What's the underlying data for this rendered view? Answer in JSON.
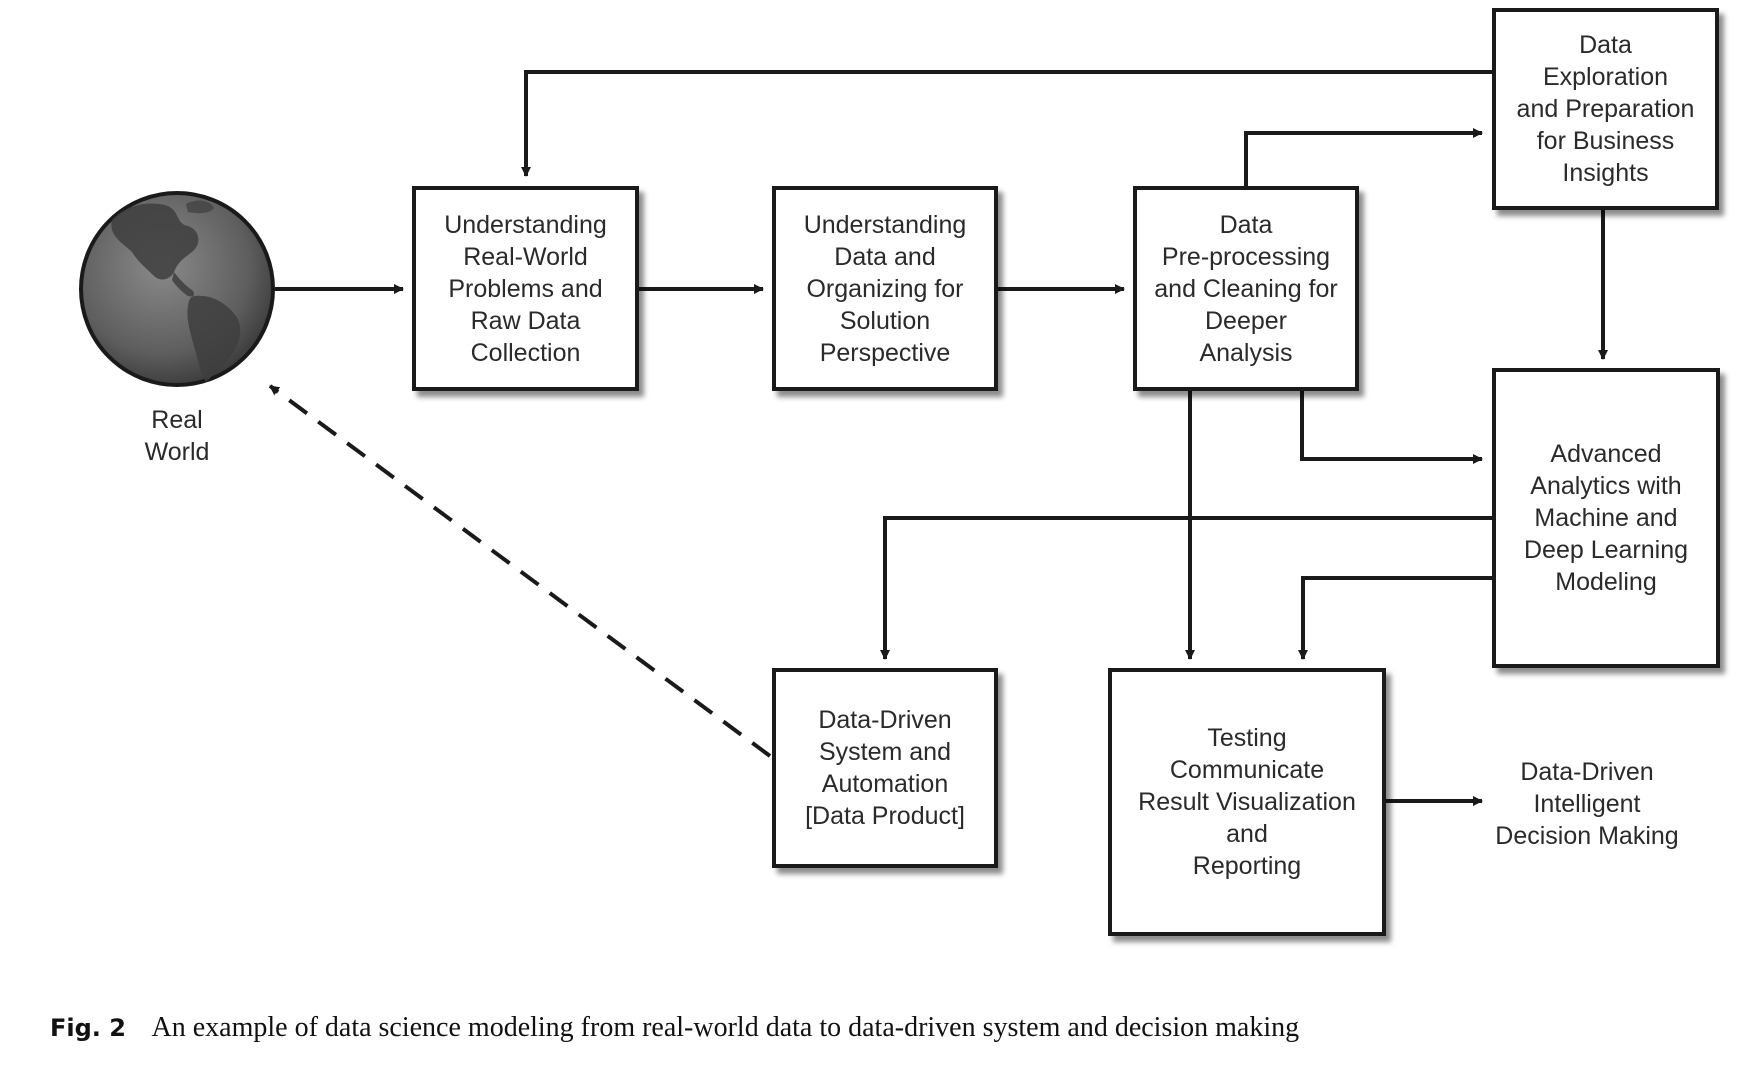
{
  "diagram": {
    "nodes": {
      "real_world": "Real\nWorld",
      "understanding_problems": "Understanding\nReal-World\nProblems and\nRaw Data\nCollection",
      "understanding_data": "Understanding\nData and\nOrganizing for\nSolution\nPerspective",
      "preprocessing": "Data\nPre-processing\nand Cleaning for\nDeeper\nAnalysis",
      "exploration": "Data\nExploration\nand Preparation\nfor Business\nInsights",
      "advanced_analytics": "Advanced\nAnalytics with\nMachine and\nDeep Learning\nModeling",
      "data_driven_system": "Data-Driven\nSystem and\nAutomation\n[Data Product]",
      "testing": "Testing\nCommunicate\nResult Visualization\nand\nReporting",
      "decision_making": "Data-Driven\nIntelligent\nDecision Making"
    },
    "edges": [
      {
        "from": "real_world",
        "to": "understanding_problems",
        "style": "solid"
      },
      {
        "from": "understanding_problems",
        "to": "understanding_data",
        "style": "solid"
      },
      {
        "from": "understanding_data",
        "to": "preprocessing",
        "style": "solid"
      },
      {
        "from": "preprocessing",
        "to": "exploration",
        "style": "solid"
      },
      {
        "from": "exploration",
        "to": "understanding_problems",
        "style": "solid"
      },
      {
        "from": "exploration",
        "to": "advanced_analytics",
        "style": "solid"
      },
      {
        "from": "preprocessing",
        "to": "advanced_analytics",
        "style": "solid"
      },
      {
        "from": "preprocessing",
        "to": "testing",
        "style": "solid"
      },
      {
        "from": "advanced_analytics",
        "to": "data_driven_system",
        "style": "solid"
      },
      {
        "from": "advanced_analytics",
        "to": "testing",
        "style": "solid"
      },
      {
        "from": "testing",
        "to": "decision_making",
        "style": "solid"
      },
      {
        "from": "data_driven_system",
        "to": "real_world",
        "style": "dashed"
      }
    ]
  },
  "caption": {
    "label": "Fig. 2",
    "text": "An example of data science modeling from real-world data to data-driven system and decision making"
  }
}
